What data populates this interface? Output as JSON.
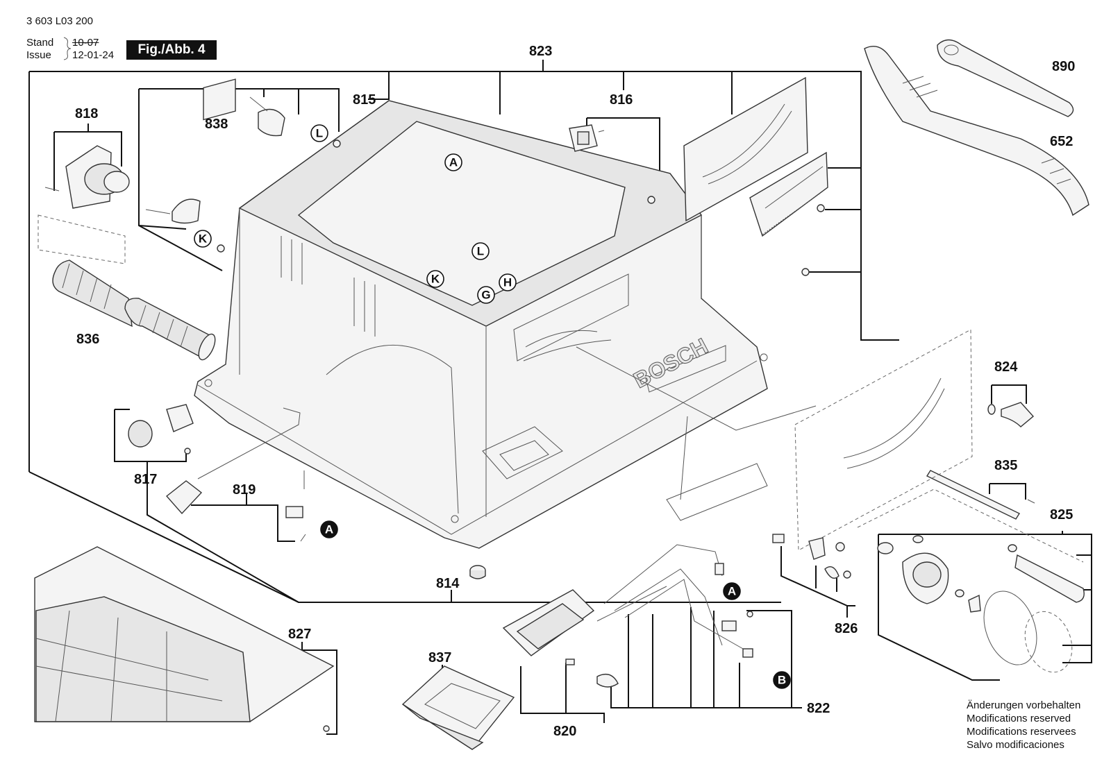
{
  "header": {
    "doc_number": "3 603 L03 200",
    "stand_label": "Stand",
    "issue_label": "Issue",
    "old_date": "10-07",
    "new_date": "12-01-24",
    "figure_label": "Fig./Abb. 4"
  },
  "brand_mark": "BOSCH",
  "notice": {
    "de": "Änderungen vorbehalten",
    "en": "Modifications reserved",
    "fr": "Modifications reservees",
    "es": "Salvo modificaciones"
  },
  "part_numbers": {
    "p823": "823",
    "p815": "815",
    "p816": "816",
    "p818": "818",
    "p838": "838",
    "p836": "836",
    "p890": "890",
    "p652": "652",
    "p824": "824",
    "p835": "835",
    "p825": "825",
    "p817": "817",
    "p819": "819",
    "p814": "814",
    "p826": "826",
    "p827": "827",
    "p837": "837",
    "p820": "820",
    "p822": "822"
  },
  "markers": {
    "A": "A",
    "L": "L",
    "K": "K",
    "G": "G",
    "H": "H",
    "B": "B"
  }
}
